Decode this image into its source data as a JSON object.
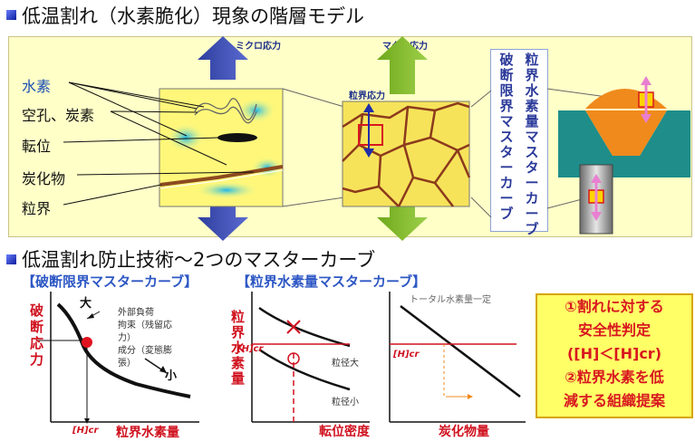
{
  "header": {
    "title": "低温割れ（水素脆化）現象の階層モデル"
  },
  "top_panel": {
    "micro_label": "ミクロ応力",
    "macro_label": "マクロ応力",
    "grain_stress_label": "粒界応力",
    "labels": [
      "水素",
      "空孔、炭素",
      "転位",
      "炭化物",
      "粒界"
    ],
    "vertical_text": [
      "破断限界マスターカーブ",
      "粒界水素量マスターカーブ"
    ]
  },
  "section2": {
    "title": "低温割れ防止技術～2つのマスターカーブ",
    "sub_left": "【破断限界マスターカーブ】",
    "sub_right": "【粒界水素量マスターカーブ】"
  },
  "chart1": {
    "ylabel": "破断応力",
    "xlabel": "粒界水素量",
    "xtick": "[H]cr",
    "large": "大",
    "small": "小",
    "annotations": [
      "外部負荷",
      "拘束（残留応",
      "力）",
      "成分（変態膨",
      "張）"
    ]
  },
  "chart2": {
    "ylabel": "粒界水素量",
    "xlabel": "転位密度",
    "ytick": "[H]cr",
    "series": [
      "粒径大",
      "粒径小"
    ]
  },
  "chart3": {
    "xlabel": "炭化物量",
    "ytick": "[H]cr",
    "note": "トータル水素量一定"
  },
  "conclusion": {
    "lines": [
      "①割れに対する",
      "安全性判定",
      "([H]＜[H]cr)",
      "②粒界水素を低",
      "減する組織提案"
    ]
  }
}
